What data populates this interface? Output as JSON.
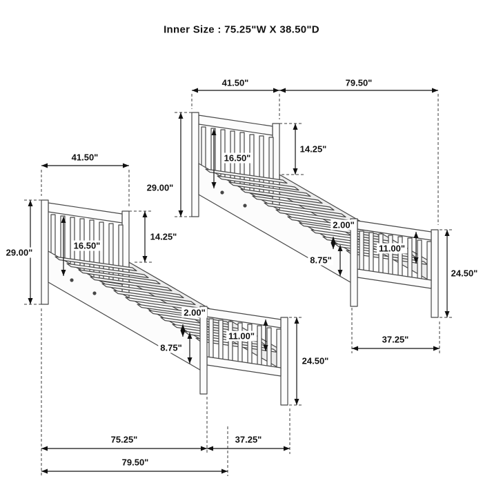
{
  "title": "Inner Size : 75.25\"W X  38.50\"D",
  "dims": {
    "headboard_width": "41.50\"",
    "total_length": "79.50\"",
    "headboard_top_to_rail": "14.25\"",
    "headboard_slat_height": "16.50\"",
    "headboard_height": "29.00\"",
    "slat_thickness": "2.00\"",
    "footboard_height": "24.50\"",
    "side_rail_height": "8.75\"",
    "footboard_top_to_rail": "11.00\"",
    "footboard_width": "37.25\"",
    "inner_length": "75.25\""
  }
}
